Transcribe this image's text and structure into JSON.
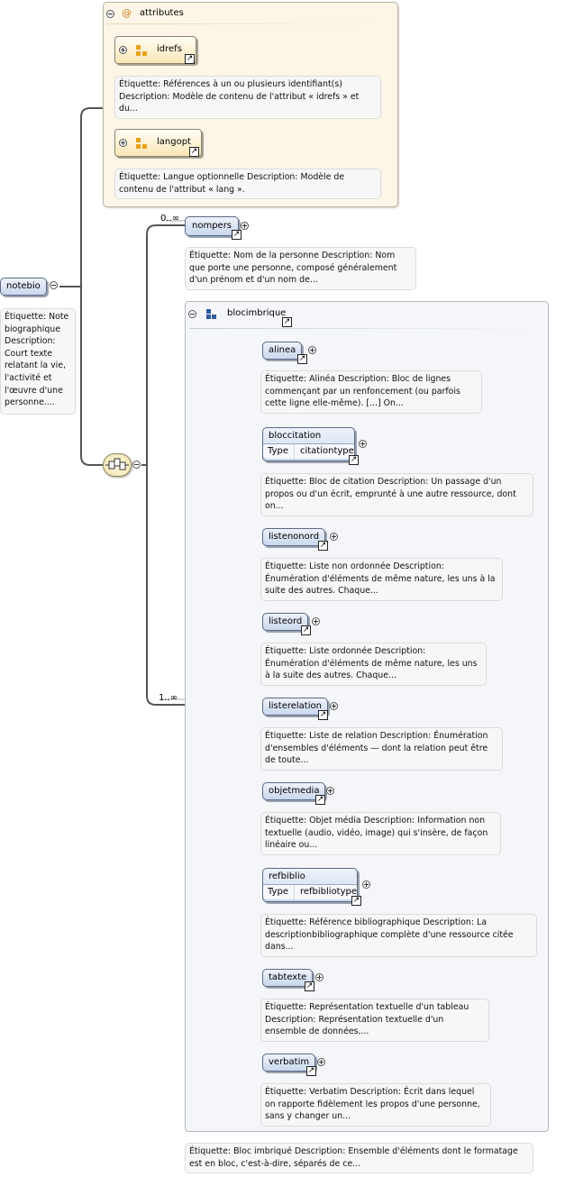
{
  "root": {
    "name": "notebio",
    "annotation": "Étiquette: Note biographique Description: Court texte relatant la vie, l'activité et l'œuvre d'une personne...."
  },
  "attributes": {
    "title": "attributes",
    "at_symbol": "@",
    "items": [
      {
        "name": "idrefs",
        "annotation": "Étiquette: Références à un ou plusieurs identifiant(s) Description: Modèle de contenu de l'attribut « idrefs » et du..."
      },
      {
        "name": "langopt",
        "annotation": "Étiquette: Langue optionnelle Description: Modèle de contenu de l'attribut « lang »."
      }
    ]
  },
  "nompers": {
    "occurrence": "0..∞",
    "name": "nompers",
    "annotation": "Étiquette: Nom de la personne Description: Nom que porte une personne, composé généralement d'un prénom et d'un nom de..."
  },
  "blocimbrique": {
    "occurrence": "1..∞",
    "title": "blocimbrique",
    "annotation": "Étiquette: Bloc imbriqué Description: Ensemble d'éléments dont le formatage est en bloc, c'est-à-dire, séparés de ce...",
    "type_label": "Type",
    "items": [
      {
        "name": "alinea",
        "annotation": "Étiquette: Alinéa Description: Bloc de lignes commençant par un renfoncement (ou parfois cette ligne elle-même). [...] On..."
      },
      {
        "name": "bloccitation",
        "type": "citationtype",
        "annotation": "Étiquette: Bloc de citation Description: Un passage d'un propos ou d'un écrit, emprunté à une autre ressource, dont on..."
      },
      {
        "name": "listenonord",
        "annotation": "Étiquette: Liste non ordonnée Description: Énumération d'éléments de même nature, les uns à la suite des autres. Chaque..."
      },
      {
        "name": "listeord",
        "annotation": "Étiquette: Liste ordonnée Description: Énumération d'éléments de même nature, les uns à la suite des autres. Chaque..."
      },
      {
        "name": "listerelation",
        "annotation": "Étiquette: Liste de relation Description: Énumération d'ensembles d'éléments — dont la relation peut être de toute..."
      },
      {
        "name": "objetmedia",
        "annotation": "Étiquette: Objet média Description: Information non textuelle (audio, vidéo, image) qui s'insère, de façon linéaire ou..."
      },
      {
        "name": "refbiblio",
        "type": "refbibliotype",
        "annotation": "Étiquette: Référence bibliographique Description: La descriptionbibliographique complète d'une ressource citée dans..."
      },
      {
        "name": "tabtexte",
        "annotation": "Étiquette: Représentation textuelle d'un tableau Description: Représentation textuelle d'un ensemble de données,..."
      },
      {
        "name": "verbatim",
        "annotation": "Étiquette: Verbatim Description: Écrit dans lequel on rapporte fidèlement les propos d'une personne, sans y changer un..."
      }
    ]
  },
  "colors": {
    "element_fill": "#c9d7ee",
    "attribute_fill": "#fbe7b5",
    "panel_attributes": "#fdf6e8",
    "panel_bloc": "#f4f6f9",
    "wire": "#555555"
  },
  "icons": {
    "collapse": "minus-circle-icon",
    "expand": "plus-circle-icon",
    "external": "external-link-icon",
    "sequence": "sequence-compositor-icon",
    "choice": "choice-compositor-icon",
    "attribute": "attribute-icon",
    "complex_type": "complex-type-icon"
  }
}
